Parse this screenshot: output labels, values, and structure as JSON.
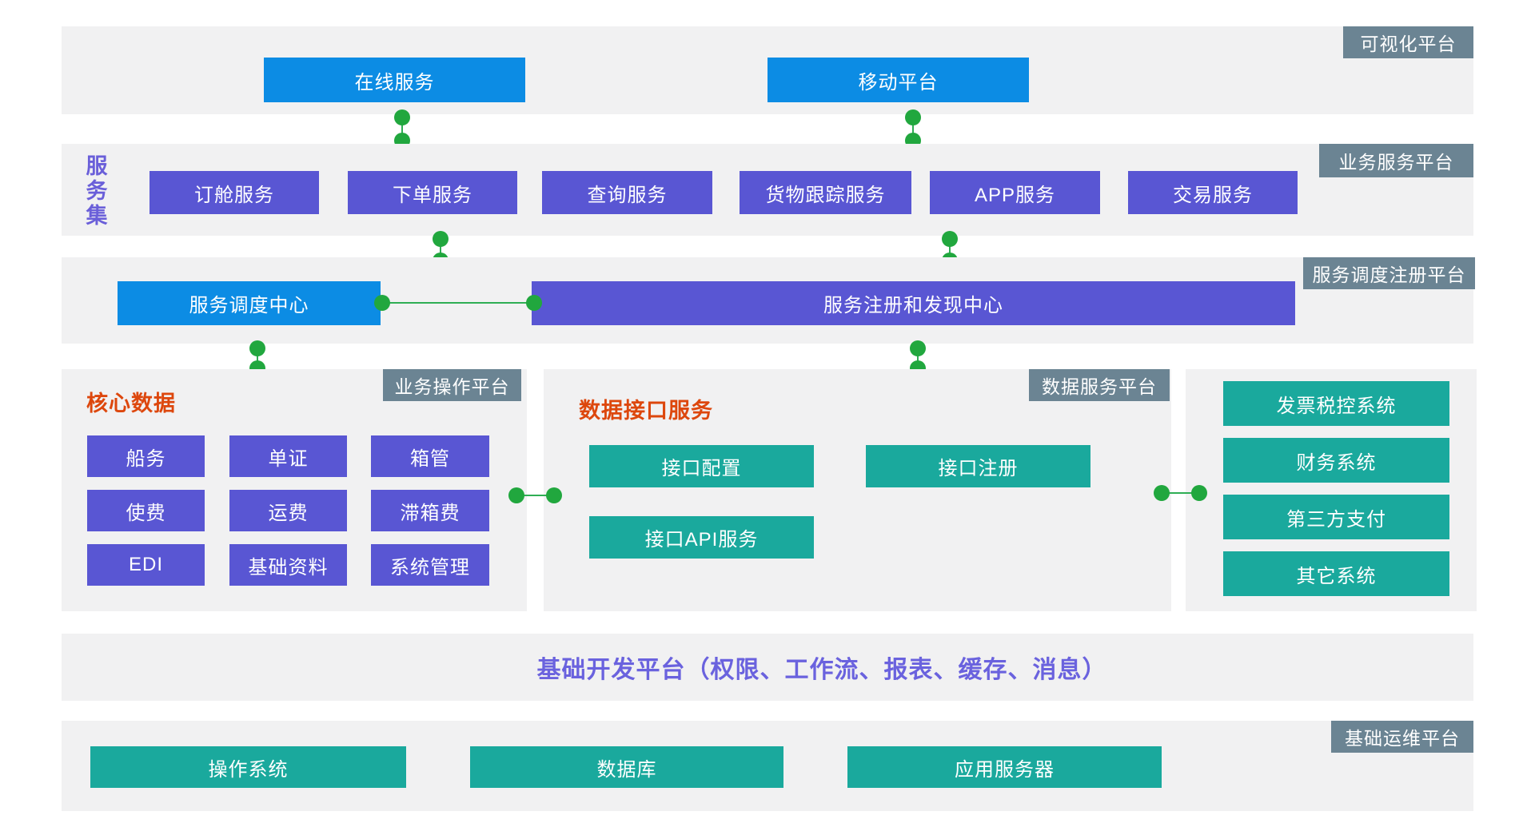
{
  "visualization": {
    "badge": "可视化平台",
    "nodes": [
      "在线服务",
      "移动平台"
    ]
  },
  "business": {
    "badge": "业务服务平台",
    "side_label": "服务集",
    "nodes": [
      "订舱服务",
      "下单服务",
      "查询服务",
      "货物跟踪服务",
      "APP服务",
      "交易服务"
    ]
  },
  "dispatch": {
    "badge": "服务调度注册平台",
    "nodes": [
      "服务调度中心",
      "服务注册和发现中心"
    ]
  },
  "operation": {
    "badge": "业务操作平台",
    "title": "核心数据",
    "nodes": [
      "船务",
      "单证",
      "箱管",
      "使费",
      "运费",
      "滞箱费",
      "EDI",
      "基础资料",
      "系统管理"
    ]
  },
  "data_service": {
    "badge": "数据服务平台",
    "title": "数据接口服务",
    "nodes": [
      "接口配置",
      "接口注册",
      "接口API服务"
    ]
  },
  "external": {
    "nodes": [
      "发票税控系统",
      "财务系统",
      "第三方支付",
      "其它系统"
    ]
  },
  "dev": {
    "label": "基础开发平台（权限、工作流、报表、缓存、消息）"
  },
  "ops": {
    "badge": "基础运维平台",
    "nodes": [
      "操作系统",
      "数据库",
      "应用服务器"
    ]
  },
  "colors": {
    "node_blue": "#0c8ce4",
    "node_purple": "#5956d3",
    "node_teal": "#1aa99d",
    "badge_slate": "#6b8493",
    "connector_green": "#21a73e",
    "band_gray": "#f1f1f2",
    "title_orange": "#dd470d",
    "dev_text_purple": "#6a62de"
  }
}
